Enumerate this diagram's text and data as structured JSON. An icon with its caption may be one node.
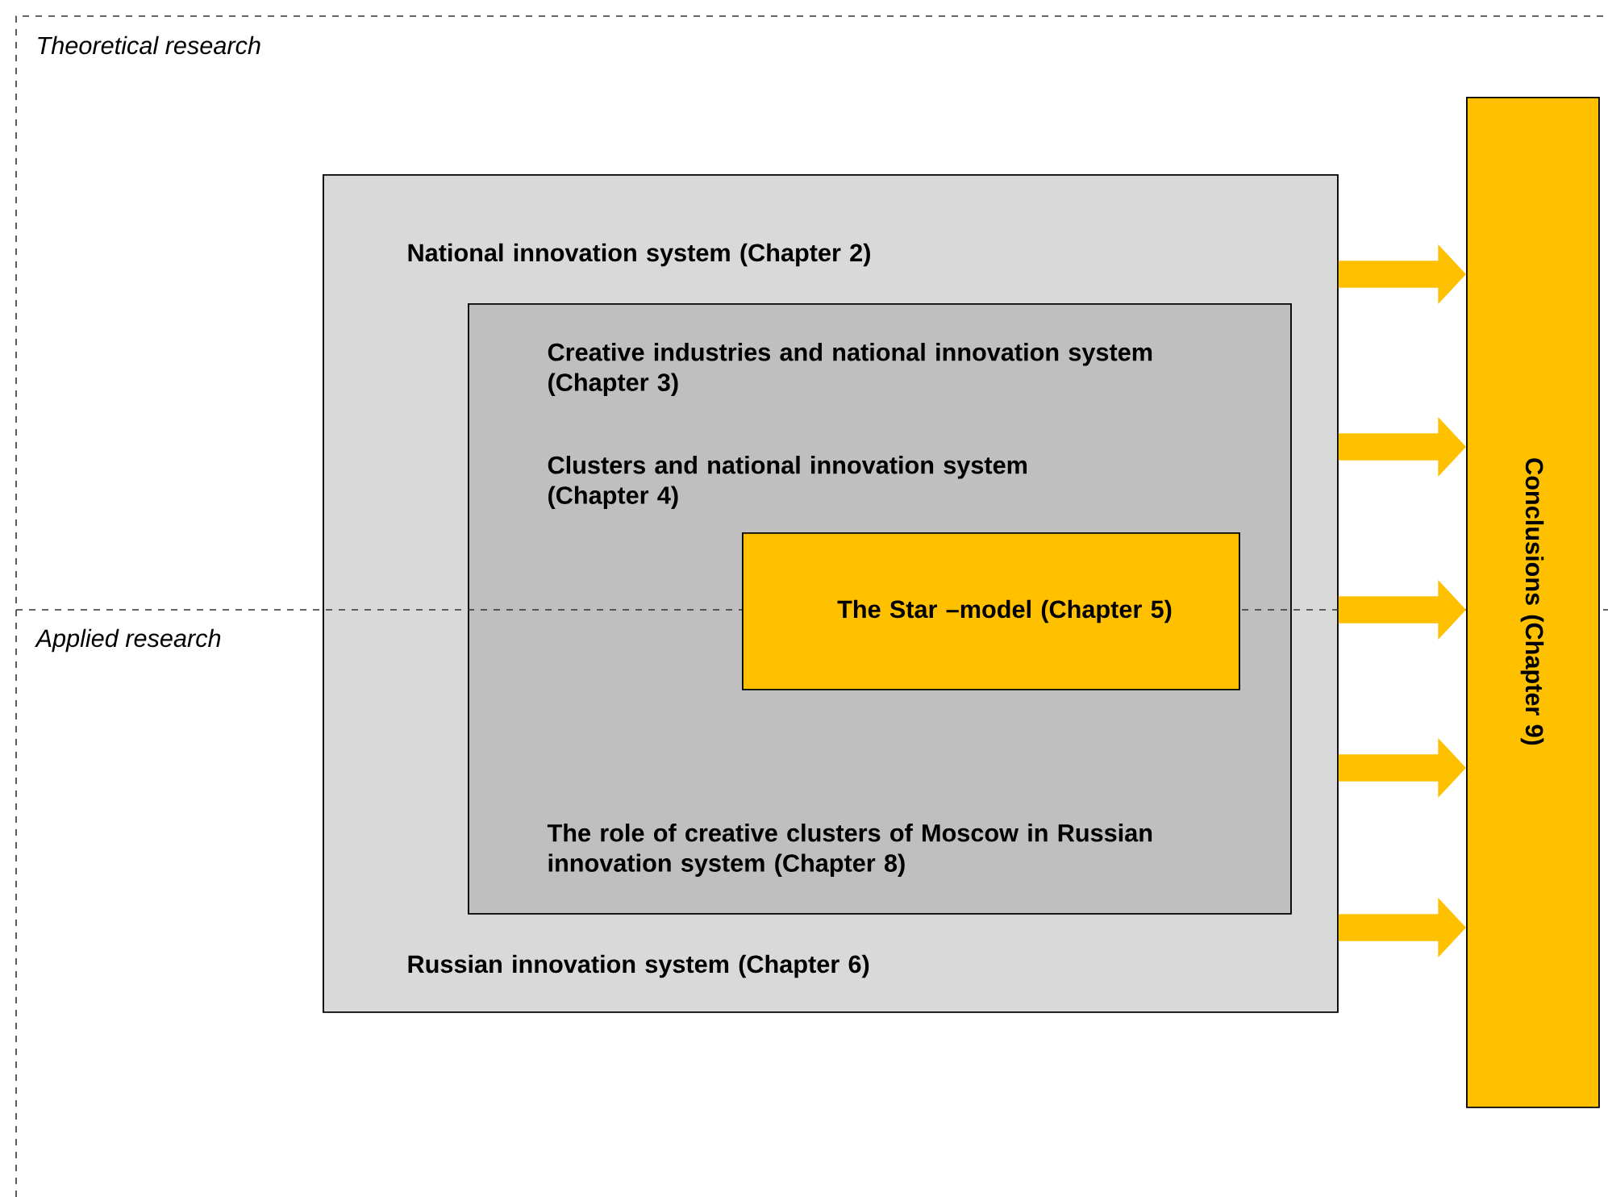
{
  "diagram": {
    "nodes": [
      {
        "text": [
          "National innovation system (Chapter 2)",
          "Russian innovation system (Chapter 6)"
        ]
      },
      {
        "text": [
          "Creative industries and national innovation system (Chapter 3)",
          "Clusters and national innovation system (Chapter 4)",
          "The role of creative clusters of Moscow in Russian innovation system (Chapter 8)"
        ],
        "in": 0
      },
      {
        "text": [
          "The Star –model (Chapter 5)"
        ],
        "in": 1
      },
      {
        "text": [
          "Conclusions (Chapter 9)"
        ]
      }
    ],
    "edges": [
      {
        "from": 0,
        "to": 3,
        "arrow": "to"
      },
      {
        "from": 0,
        "to": 3,
        "arrow": "to"
      },
      {
        "from": 0,
        "to": 3,
        "arrow": "to"
      },
      {
        "from": 0,
        "to": 3,
        "arrow": "to"
      },
      {
        "from": 0,
        "to": 3,
        "arrow": "to"
      }
    ],
    "labels": [
      "Theoretical research",
      "Applied research"
    ]
  }
}
